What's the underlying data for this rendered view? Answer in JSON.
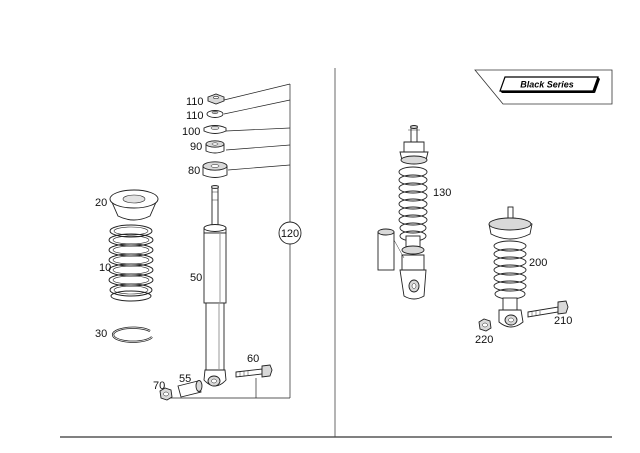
{
  "badge": {
    "text": "Black Series"
  },
  "labels": {
    "p110a": "110",
    "p110b": "110",
    "p100": "100",
    "p90": "90",
    "p80": "80",
    "p20": "20",
    "p10": "10",
    "p30": "30",
    "p50": "50",
    "p60": "60",
    "p55": "55",
    "p70": "70",
    "p120": "120",
    "p130": "130",
    "p200": "200",
    "p210": "210",
    "p220": "220"
  }
}
